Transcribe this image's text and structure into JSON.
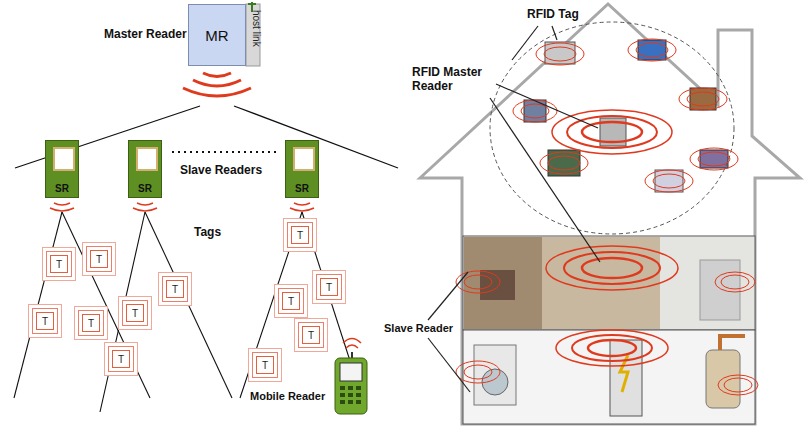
{
  "diagram": {
    "nodes": [
      {
        "text": [
          "MR"
        ]
      },
      {
        "text": [
          "SR"
        ]
      },
      {
        "text": [
          "SR"
        ]
      },
      {
        "text": [
          "SR"
        ]
      },
      {
        "text": [
          "T"
        ]
      },
      {
        "text": [
          "T"
        ]
      },
      {
        "text": [
          "T"
        ]
      },
      {
        "text": [
          "T"
        ]
      },
      {
        "text": [
          "T"
        ]
      },
      {
        "text": [
          "T"
        ]
      },
      {
        "text": [
          "T"
        ]
      },
      {
        "text": [
          "T"
        ]
      },
      {
        "text": [
          "T"
        ]
      },
      {
        "text": [
          "T"
        ]
      },
      {
        "text": [
          "T"
        ]
      },
      {
        "text": [
          "T"
        ]
      }
    ],
    "labels": [
      "Master Reader",
      "host link",
      "Slave Readers",
      "Tags",
      "Mobile Reader",
      "RFID Tag",
      "RFID Master Reader",
      "Slave Reader"
    ]
  }
}
